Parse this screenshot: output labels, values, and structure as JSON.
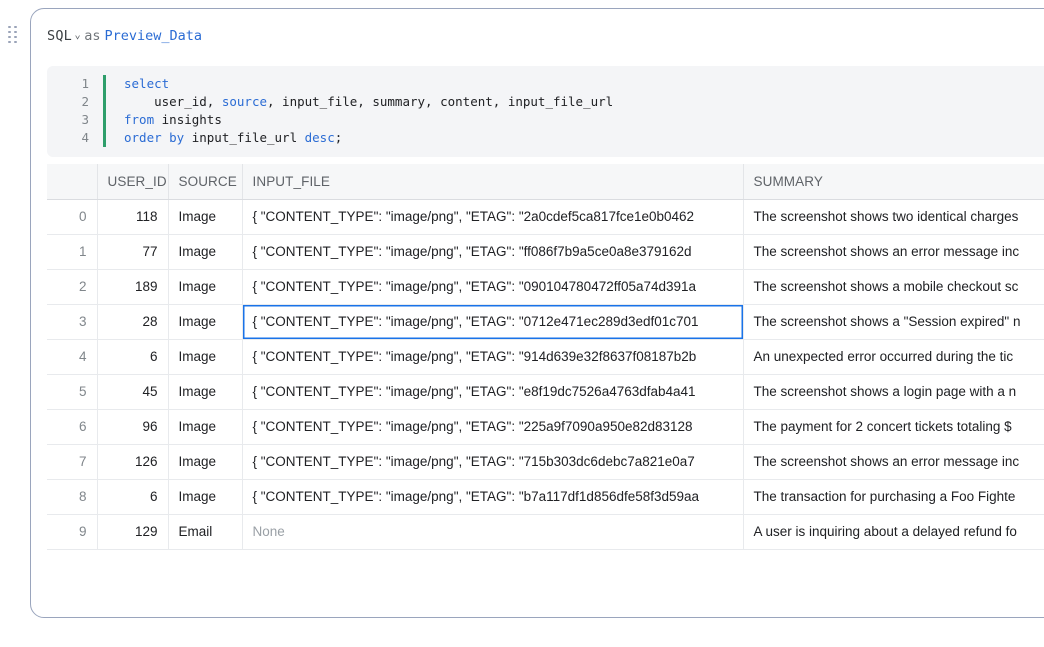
{
  "handle": {
    "icon": "drag-dots-icon"
  },
  "sql_header": {
    "language": "SQL",
    "chevron": "⌄",
    "as_label": "as",
    "alias": "Preview_Data"
  },
  "code": {
    "lines": [
      {
        "num": "1",
        "segments": [
          {
            "t": "select",
            "cls": "k"
          }
        ]
      },
      {
        "num": "2",
        "segments": [
          {
            "t": "    user_id, ",
            "cls": "c"
          },
          {
            "t": "source",
            "cls": "k"
          },
          {
            "t": ", input_file, summary, content, input_file_url",
            "cls": "c"
          }
        ]
      },
      {
        "num": "3",
        "segments": [
          {
            "t": "from ",
            "cls": "k"
          },
          {
            "t": "insights",
            "cls": "c"
          }
        ]
      },
      {
        "num": "4",
        "segments": [
          {
            "t": "order by ",
            "cls": "k"
          },
          {
            "t": "input_file_url ",
            "cls": "c"
          },
          {
            "t": "desc",
            "cls": "k"
          },
          {
            "t": ";",
            "cls": "c"
          }
        ]
      }
    ]
  },
  "table": {
    "columns": [
      "",
      "USER_ID",
      "SOURCE",
      "INPUT_FILE",
      "SUMMARY"
    ],
    "selected_cell": {
      "row": 3,
      "column": "INPUT_FILE"
    },
    "rows": [
      {
        "idx": "0",
        "user_id": "118",
        "source": "Image",
        "input_file": "{  \"CONTENT_TYPE\": \"image/png\",  \"ETAG\": \"2a0cdef5ca817fce1e0b0462",
        "summary": "The screenshot shows two identical charges"
      },
      {
        "idx": "1",
        "user_id": "77",
        "source": "Image",
        "input_file": "{  \"CONTENT_TYPE\": \"image/png\",  \"ETAG\": \"ff086f7b9a5ce0a8e379162d",
        "summary": "The screenshot shows an error message inc"
      },
      {
        "idx": "2",
        "user_id": "189",
        "source": "Image",
        "input_file": "{  \"CONTENT_TYPE\": \"image/png\",  \"ETAG\": \"090104780472ff05a74d391a",
        "summary": "The screenshot shows a mobile checkout sc"
      },
      {
        "idx": "3",
        "user_id": "28",
        "source": "Image",
        "input_file": "{  \"CONTENT_TYPE\": \"image/png\",  \"ETAG\": \"0712e471ec289d3edf01c701",
        "summary": "The screenshot shows a \"Session expired\" n"
      },
      {
        "idx": "4",
        "user_id": "6",
        "source": "Image",
        "input_file": "{  \"CONTENT_TYPE\": \"image/png\",  \"ETAG\": \"914d639e32f8637f08187b2b",
        "summary": "An unexpected error occurred during the tic"
      },
      {
        "idx": "5",
        "user_id": "45",
        "source": "Image",
        "input_file": "{  \"CONTENT_TYPE\": \"image/png\",  \"ETAG\": \"e8f19dc7526a4763dfab4a41",
        "summary": "The screenshot shows a login page with a n"
      },
      {
        "idx": "6",
        "user_id": "96",
        "source": "Image",
        "input_file": "{  \"CONTENT_TYPE\": \"image/png\",  \"ETAG\": \"225a9f7090a950e82d83128",
        "summary": "The payment for 2 concert tickets totaling $"
      },
      {
        "idx": "7",
        "user_id": "126",
        "source": "Image",
        "input_file": "{  \"CONTENT_TYPE\": \"image/png\",  \"ETAG\": \"715b303dc6debc7a821e0a7",
        "summary": "The screenshot shows an error message inc"
      },
      {
        "idx": "8",
        "user_id": "6",
        "source": "Image",
        "input_file": "{  \"CONTENT_TYPE\": \"image/png\",  \"ETAG\": \"b7a117df1d856dfe58f3d59aa",
        "summary": "The transaction for purchasing a Foo Fighte"
      },
      {
        "idx": "9",
        "user_id": "129",
        "source": "Email",
        "input_file": "None",
        "summary": "A user is inquiring about a delayed refund fo"
      }
    ]
  },
  "colors": {
    "accent_blue": "#2b6cd4",
    "selection_border": "#1a73e8",
    "selection_fill": "#e8f0fd",
    "code_bar_green": "#2e9e6b",
    "card_border": "#9aa5bd"
  }
}
